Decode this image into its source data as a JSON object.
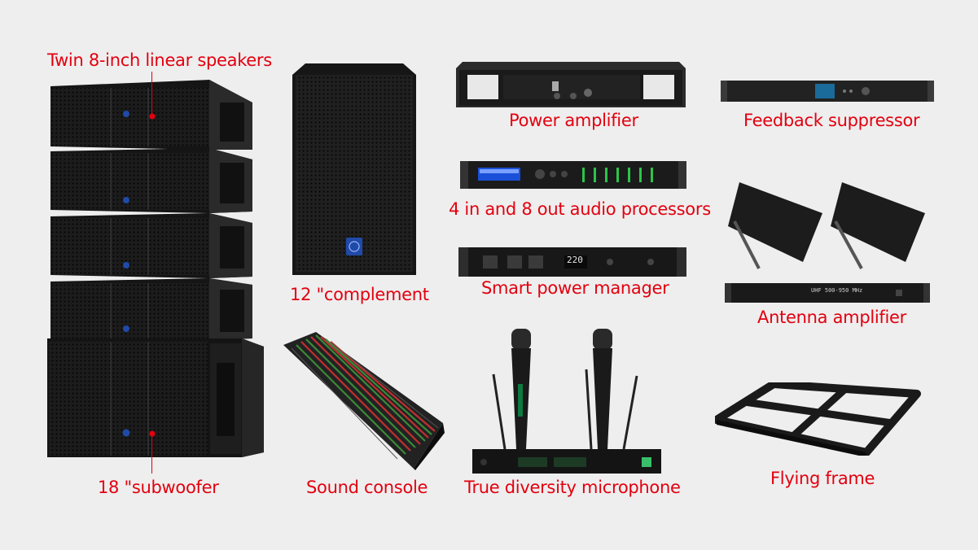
{
  "labels": {
    "line_array": "Twin 8-inch linear speakers",
    "subwoofer": "18 \"subwoofer",
    "complement": "12 \"complement",
    "console": "Sound console",
    "power_amplifier": "Power amplifier",
    "processor": "4 in and 8 out audio processors",
    "power_manager": "Smart power manager",
    "microphone": "True diversity microphone",
    "feedback_suppressor": "Feedback suppressor",
    "antenna_amplifier": "Antenna amplifier",
    "flying_frame": "Flying frame"
  },
  "device_text": {
    "power_manager_display": "220",
    "antenna_amp_display": "UHF 500-950 MHz"
  },
  "colors": {
    "label_red": "#e3000f",
    "background": "#eeeeee",
    "device_black": "#1a1a1a",
    "logo_blue": "#1f4aa8"
  }
}
